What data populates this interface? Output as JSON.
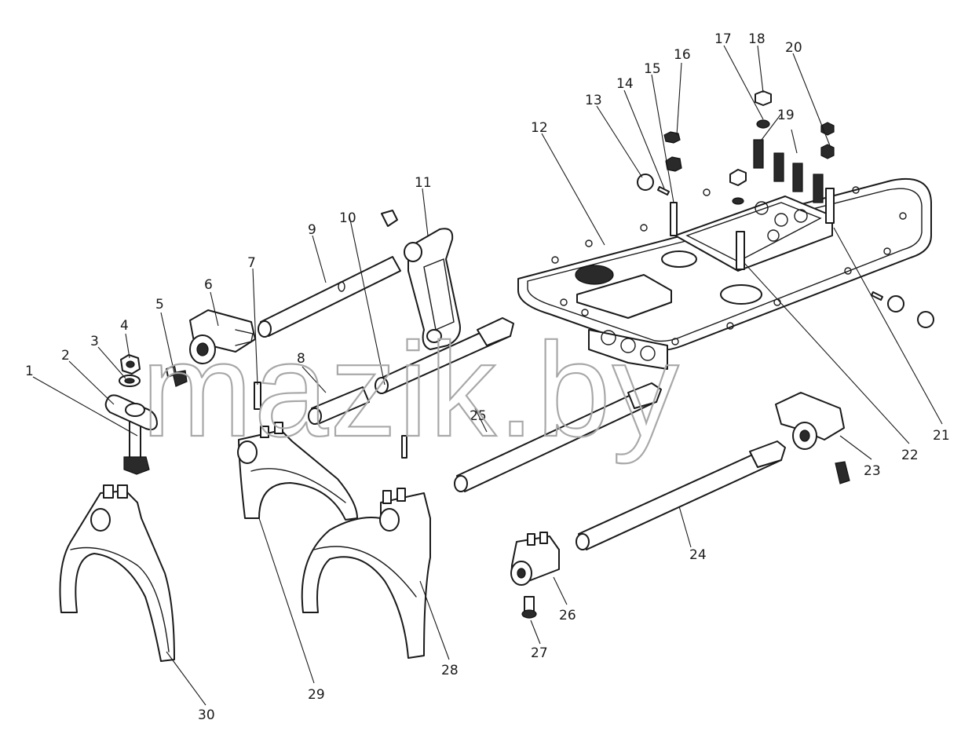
{
  "watermark": "mazik.by",
  "callouts": [
    "1",
    "2",
    "3",
    "4",
    "5",
    "6",
    "7",
    "8",
    "9",
    "10",
    "11",
    "12",
    "13",
    "14",
    "15",
    "16",
    "17",
    "18",
    "19",
    "20",
    "21",
    "22",
    "23",
    "24",
    "25",
    "26",
    "27",
    "28",
    "29",
    "30"
  ]
}
